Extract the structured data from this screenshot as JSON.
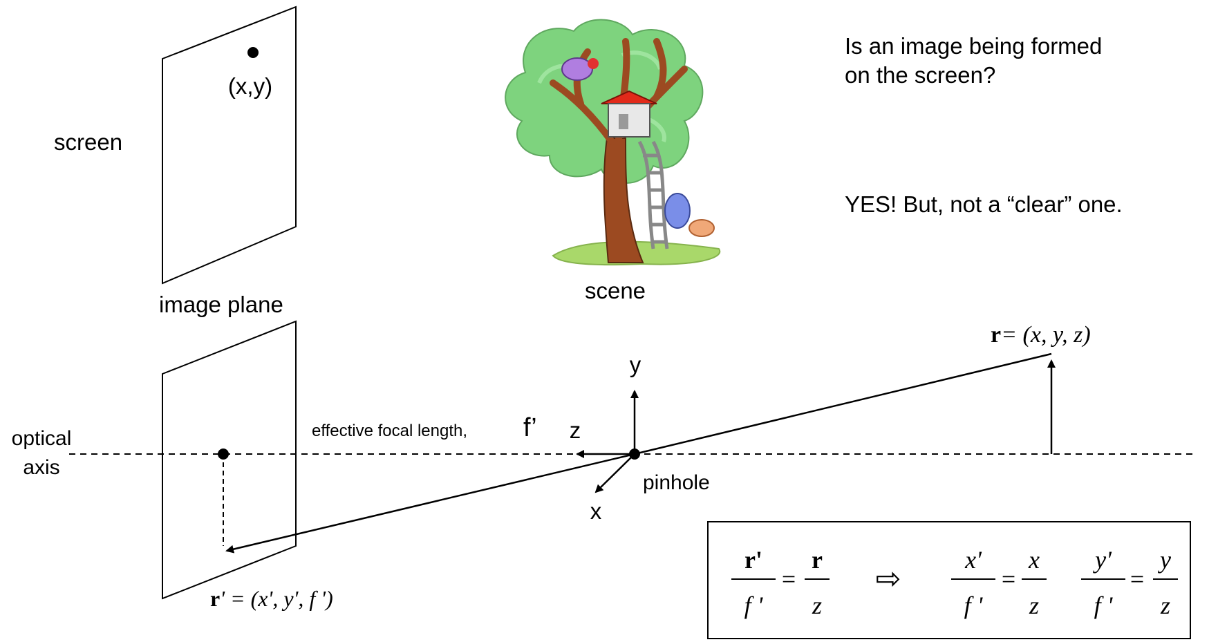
{
  "top": {
    "screen_label": "screen",
    "point_label": "(x,y)",
    "image_plane_label": "image plane",
    "scene_label": "scene",
    "question_line1": "Is an image being formed",
    "question_line2": "on the screen?",
    "answer": "YES!   But, not a “clear” one."
  },
  "bottom": {
    "optical_axis_line1": "optical",
    "optical_axis_line2": "axis",
    "focal_length_label": "effective focal length,",
    "focal_length_symbol": "f’",
    "pinhole_label": "pinhole",
    "axis_x": "x",
    "axis_y": "y",
    "axis_z": "z",
    "r_vec": "r",
    "r_coords": "= (x, y, z)",
    "r_prime_vec": "r",
    "r_prime_coords": "' = (x', y', f ')"
  },
  "equation": {
    "lhs_num": "r'",
    "lhs_den": "f '",
    "rhs_num": "r",
    "rhs_den": "z",
    "implies": "⇨",
    "x_num": "x'",
    "x_den": "f '",
    "x_rnum": "x",
    "x_rden": "z",
    "y_num": "y'",
    "y_den": "f '",
    "y_rnum": "y",
    "y_rden": "z",
    "equals": "="
  },
  "icons": [
    "tree-house-clipart",
    "implies-arrow-icon"
  ]
}
